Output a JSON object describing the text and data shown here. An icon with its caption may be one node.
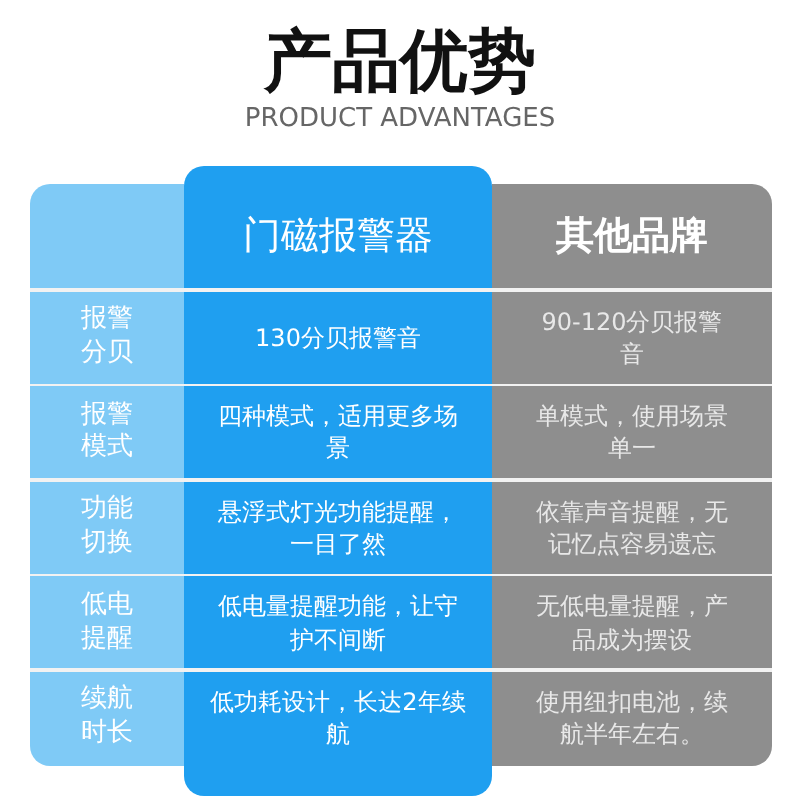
{
  "diagram": {
    "title": "产品优势",
    "labels": [
      "PRODUCT ADVANTAGES",
      "门磁报警器",
      "其他品牌",
      "报警分贝",
      "130分贝报警音",
      "90-120分贝报警音",
      "报警模式",
      "四种模式，适用更多场景",
      "单模式，使用场景单一",
      "功能切换",
      "悬浮式灯光功能提醒，一目了然",
      "依靠声音提醒，无记忆点容易遗忘",
      "低电提醒",
      "低电量提醒功能，让守护不间断",
      "无低电量提醒，产品成为摆设",
      "续航时长",
      "低功耗设计，长达2年续航",
      "使用纽扣电池，续航半年左右。"
    ]
  }
}
